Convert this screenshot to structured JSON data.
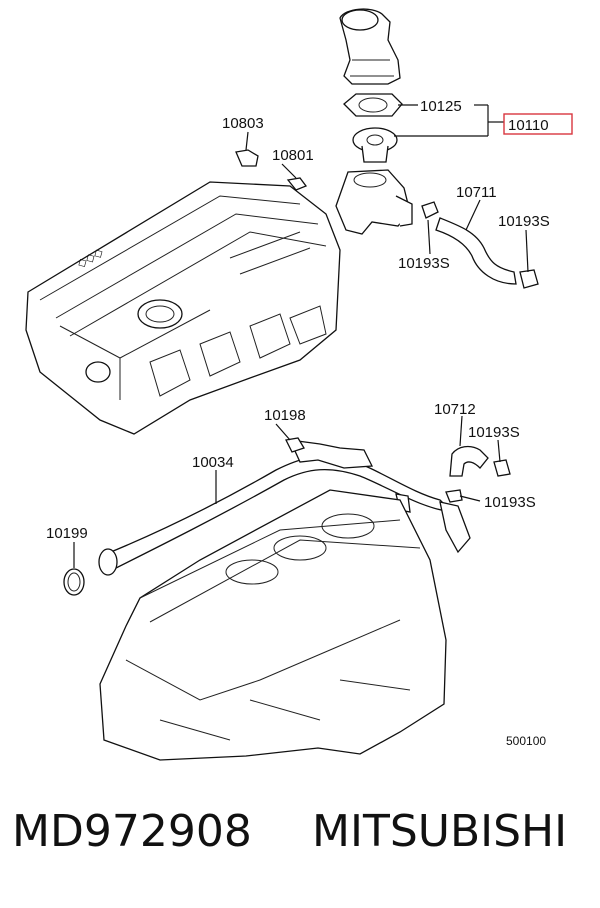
{
  "labels": {
    "p10803": "10803",
    "p10801": "10801",
    "p10125": "10125",
    "p10110": "10110",
    "p10711": "10711",
    "p10193s_a": "10193S",
    "p10193s_b": "10193S",
    "p10198": "10198",
    "p10034": "10034",
    "p10712": "10712",
    "p10193s_c": "10193S",
    "p10193s_d": "10193S",
    "p10199": "10199"
  },
  "diagram_code": "500100",
  "caption": {
    "part_number": "MD972908",
    "brand": "MITSUBISHI"
  },
  "colors": {
    "highlight_box": "#d9363e",
    "line": "#111111"
  }
}
